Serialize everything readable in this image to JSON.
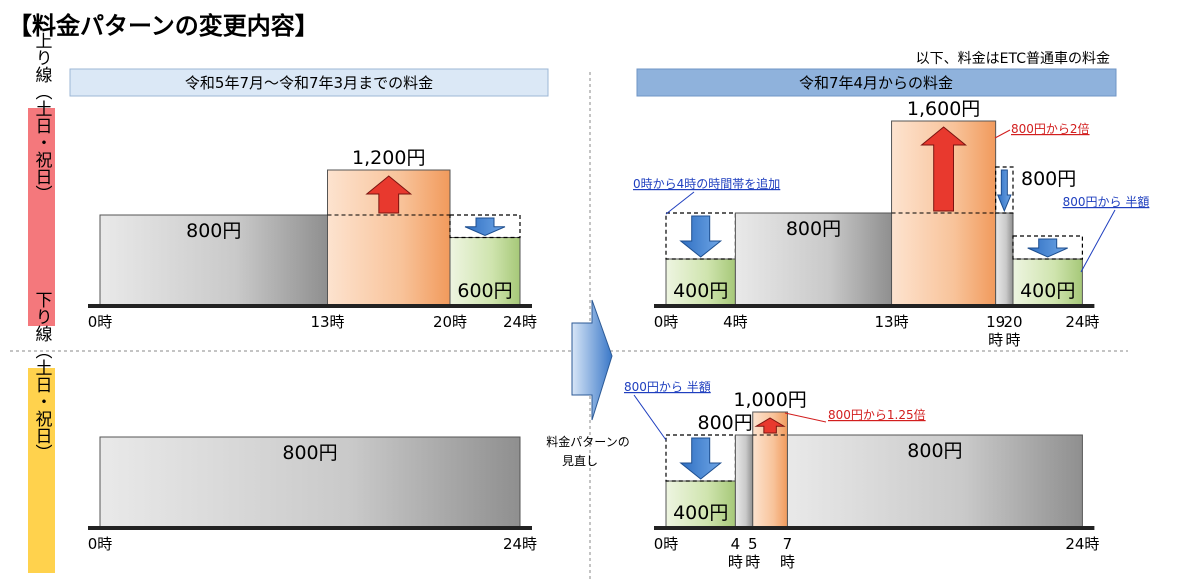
{
  "title": "【料金パターンの変更内容】",
  "note": "以下、料金はETC普通車の料金",
  "old_header": "令和5年7月～令和7年3月までの料金",
  "new_header": "令和7年4月からの料金",
  "colors": {
    "inbound_label": "#f4787c",
    "outbound_label": "#ffd24d",
    "old_header": "#dbe8f6",
    "new_header": "#8fb2dc",
    "peak_bar": "#f8c197",
    "discount_bar": "#c9e0a6",
    "base_bar": "#c6c6c6",
    "up_arrow": "#e8392e",
    "down_arrow": "#3b7fd0",
    "red_note": "#d21e1e",
    "blue_note": "#1f3fbf"
  },
  "transition": {
    "label_line1": "料金パターンの",
    "label_line2": "見直し"
  },
  "rows": [
    {
      "key": "inbound",
      "label": "上り線（土日・祝日）",
      "old": {
        "bars": [
          {
            "name": "old-inbound-base",
            "from": 0,
            "to": 13,
            "price": 800,
            "label": "800円",
            "kind": "base",
            "label_pos": "inside"
          },
          {
            "name": "old-inbound-peak",
            "from": 13,
            "to": 20,
            "price": 1200,
            "label": "1,200円",
            "kind": "peak",
            "label_pos": "above",
            "arrow": "up",
            "prev": 800
          },
          {
            "name": "old-inbound-evening",
            "from": 20,
            "to": 24,
            "price": 600,
            "label": "600円",
            "kind": "discount",
            "label_pos": "inside",
            "arrow": "down",
            "prev": 800
          }
        ],
        "ticks": [
          {
            "hour": 0,
            "label": "0時"
          },
          {
            "hour": 13,
            "label": "13時"
          },
          {
            "hour": 20,
            "label": "20時"
          },
          {
            "hour": 24,
            "label": "24時"
          }
        ]
      },
      "new": {
        "bars": [
          {
            "name": "new-inbound-night",
            "from": 0,
            "to": 4,
            "price": 400,
            "label": "400円",
            "kind": "discount",
            "label_pos": "inside",
            "arrow": "down",
            "prev": 800
          },
          {
            "name": "new-inbound-base",
            "from": 4,
            "to": 13,
            "price": 800,
            "label": "800円",
            "kind": "base",
            "label_pos": "inside"
          },
          {
            "name": "new-inbound-peak",
            "from": 13,
            "to": 19,
            "price": 1600,
            "label": "1,600円",
            "kind": "peak",
            "label_pos": "above",
            "arrow": "up",
            "prev": 800
          },
          {
            "name": "new-inbound-gap",
            "from": 19,
            "to": 20,
            "price": 800,
            "label": "800円",
            "kind": "base",
            "label_pos": "right",
            "arrow": "down",
            "prev": 1200
          },
          {
            "name": "new-inbound-evening",
            "from": 20,
            "to": 24,
            "price": 400,
            "label": "400円",
            "kind": "discount",
            "label_pos": "inside",
            "arrow": "down",
            "prev": 600
          }
        ],
        "ticks": [
          {
            "hour": 0,
            "label": "0時"
          },
          {
            "hour": 4,
            "label": "4時"
          },
          {
            "hour": 13,
            "label": "13時"
          },
          {
            "hour": 19,
            "label": "19",
            "label2": "時"
          },
          {
            "hour": 20,
            "label": "20",
            "label2": "時"
          },
          {
            "hour": 24,
            "label": "24時"
          }
        ],
        "annotations": [
          {
            "text": "800円から2倍",
            "color": "red"
          },
          {
            "text": "0時から4時の時間帯を追加",
            "color": "blue"
          },
          {
            "text": "800円から 半額",
            "color": "blue"
          }
        ]
      }
    },
    {
      "key": "outbound",
      "label": "下り線（土日・祝日）",
      "old": {
        "bars": [
          {
            "name": "old-outbound-base",
            "from": 0,
            "to": 24,
            "price": 800,
            "label": "800円",
            "kind": "base",
            "label_pos": "inside"
          }
        ],
        "ticks": [
          {
            "hour": 0,
            "label": "0時"
          },
          {
            "hour": 24,
            "label": "24時"
          }
        ]
      },
      "new": {
        "bars": [
          {
            "name": "new-outbound-night",
            "from": 0,
            "to": 4,
            "price": 400,
            "label": "400円",
            "kind": "discount",
            "label_pos": "inside",
            "arrow": "down",
            "prev": 800
          },
          {
            "name": "new-outbound-early",
            "from": 4,
            "to": 5,
            "price": 800,
            "label": "800円",
            "kind": "base",
            "label_pos": "above-left"
          },
          {
            "name": "new-outbound-peak",
            "from": 5,
            "to": 7,
            "price": 1000,
            "label": "1,000円",
            "kind": "peak",
            "label_pos": "above",
            "arrow": "up",
            "prev": 800
          },
          {
            "name": "new-outbound-base",
            "from": 7,
            "to": 24,
            "price": 800,
            "label": "800円",
            "kind": "base",
            "label_pos": "inside"
          }
        ],
        "ticks": [
          {
            "hour": 0,
            "label": "0時"
          },
          {
            "hour": 4,
            "label": "4",
            "label2": "時"
          },
          {
            "hour": 5,
            "label": "5",
            "label2": "時"
          },
          {
            "hour": 7,
            "label": "7",
            "label2": "時"
          },
          {
            "hour": 24,
            "label": "24時"
          }
        ],
        "annotations": [
          {
            "text": "800円から 半額",
            "color": "blue"
          },
          {
            "text": "800円から1.25倍",
            "color": "red"
          }
        ]
      }
    }
  ]
}
